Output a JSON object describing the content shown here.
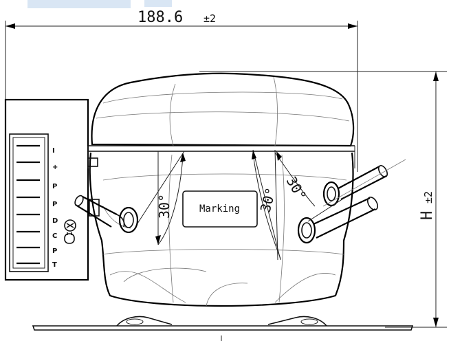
{
  "dimensions": {
    "width_value": "188.6",
    "width_tolerance": "±2",
    "height_label": "H",
    "height_tolerance": "±2"
  },
  "angles": {
    "left": "30°",
    "center": "30°",
    "right": "30°"
  },
  "body": {
    "marking_label": "Marking"
  },
  "terminal_box": {
    "symbols": [
      "I",
      "+",
      "P",
      "P",
      "D",
      "C",
      "P",
      "T"
    ]
  },
  "colors": {
    "line": "#000000",
    "watermark": "#b7d0ea",
    "background": "#ffffff"
  }
}
